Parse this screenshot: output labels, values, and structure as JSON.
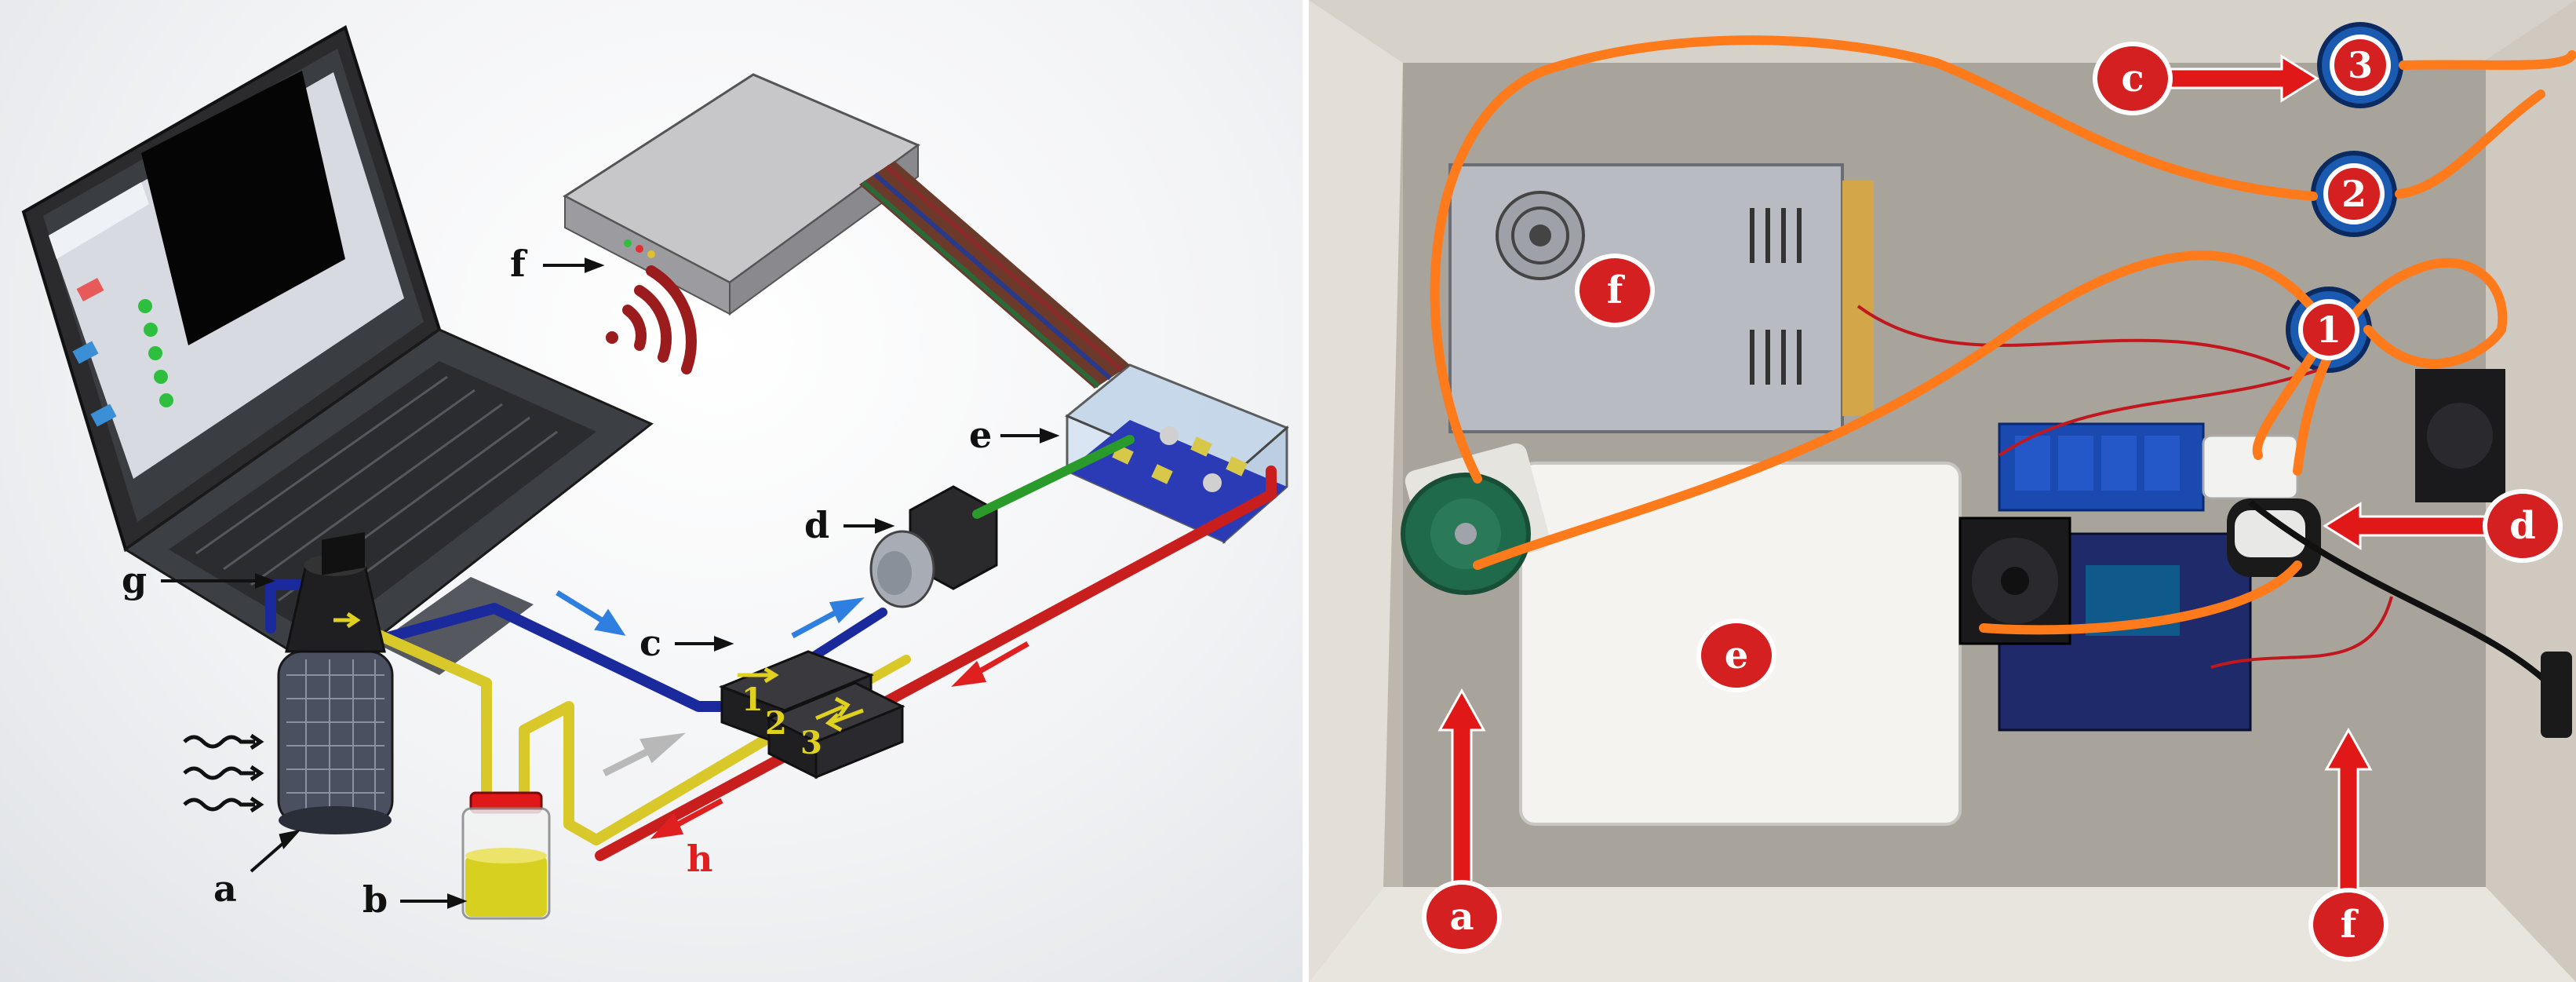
{
  "left_diagram": {
    "labels": {
      "a": "a",
      "b": "b",
      "c": "c",
      "d": "d",
      "e": "e",
      "f": "f",
      "g": "g",
      "h": "h"
    },
    "valve_numbers": [
      "1",
      "2",
      "3"
    ],
    "colors": {
      "tube_blue": "#1a2a9c",
      "tube_yellow": "#d8c82a",
      "tube_red": "#c81e1e",
      "tube_green": "#2a9a2a",
      "arrow_blue": "#2f7fe0",
      "arrow_red": "#e02020",
      "arrow_gray": "#b8b8b8",
      "wifi": "#9a1c1c"
    }
  },
  "right_photo": {
    "callouts": {
      "a": "a",
      "c": "c",
      "d": "d",
      "e": "e",
      "f_top": "f",
      "f_bottom": "f"
    },
    "valve_numbers": [
      "1",
      "2",
      "3"
    ],
    "colors": {
      "callout_fill": "#d42020",
      "arrow": "#e01818",
      "tube_orange": "#ff7a1a"
    }
  }
}
